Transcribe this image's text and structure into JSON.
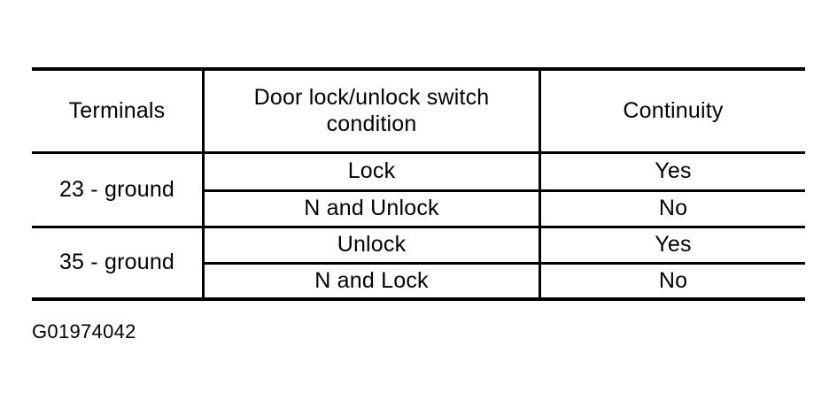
{
  "figure": {
    "caption": "G01974042",
    "columns": [
      {
        "key": "terminals",
        "label": "Terminals"
      },
      {
        "key": "condition",
        "label": "Door lock/unlock switch\ncondition"
      },
      {
        "key": "continuity",
        "label": "Continuity"
      }
    ],
    "groups": [
      {
        "terminals": "23 - ground",
        "rows": [
          {
            "condition": "Lock",
            "continuity": "Yes"
          },
          {
            "condition": "N and Unlock",
            "continuity": "No"
          }
        ]
      },
      {
        "terminals": "35 - ground",
        "rows": [
          {
            "condition": "Unlock",
            "continuity": "Yes"
          },
          {
            "condition": "N and Lock",
            "continuity": "No"
          }
        ]
      }
    ],
    "colors": {
      "background": "#ffffff",
      "rule": "#000000",
      "text": "#000000"
    }
  }
}
